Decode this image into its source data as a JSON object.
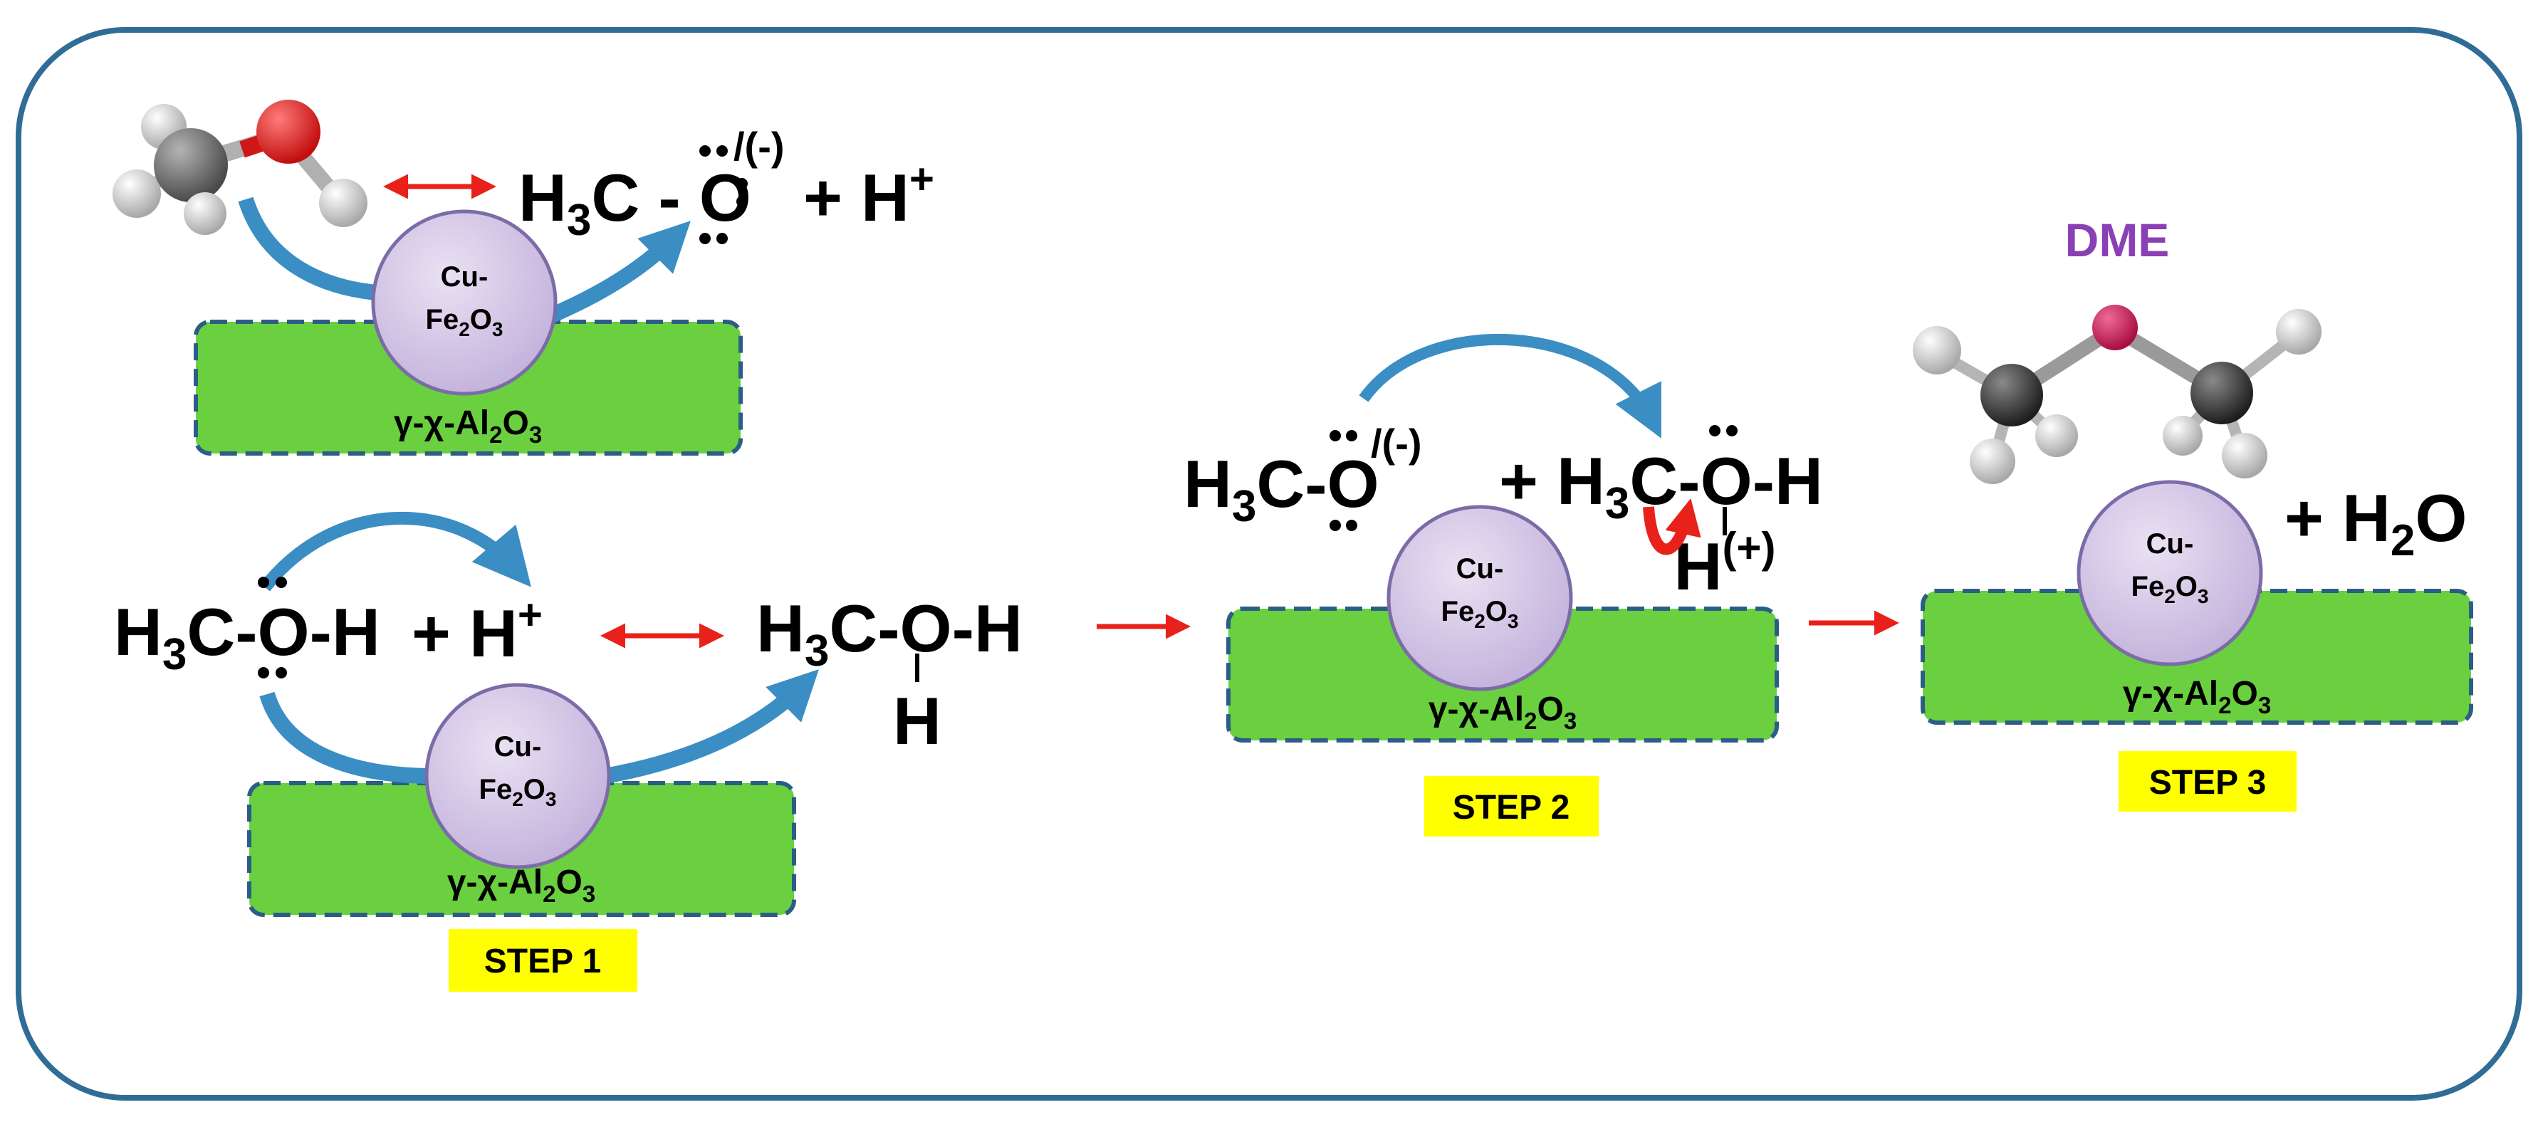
{
  "colors": {
    "frame": "#2f6d96",
    "support": "#6ad040",
    "support_border": "#2c5d86",
    "nanoparticle": "#cfc0e3",
    "nanoparticle_border": "#7b6ca8",
    "arrow_blue": "#3a8ec4",
    "arrow_red": "#e8211a",
    "step_bg": "#ffff00",
    "dme_label": "#8a3fb4",
    "dme_oxygen": "#c8154f",
    "carbon": "#2b2b2b",
    "hydrogen": "#d8d8d8",
    "oxygen_red": "#e52222"
  },
  "icons": [
    "methanol-ball-stick-model",
    "dme-ball-stick-model"
  ],
  "catalyst": {
    "particle_line1": "Cu-",
    "particle_fe": "Fe",
    "particle_sub2": "2",
    "particle_o": "O",
    "particle_sub3": "3",
    "support_prefix": "γ-χ-Al",
    "support_sub2": "2",
    "support_o": "O",
    "support_sub3": "3"
  },
  "equation_top": {
    "h": "H",
    "sub3": "3",
    "c_dash": "C - ",
    "o": "O",
    "charge": "/(-)",
    "plus_h": "+ H",
    "plus_sup": "+"
  },
  "step1": {
    "label": "STEP 1",
    "reactant_h": "H",
    "reactant_sub3": "3",
    "reactant_rest": "C-O-H",
    "plus_h": "+ H",
    "plus_sup": "+",
    "product_h": "H",
    "product_sub3": "3",
    "product_rest": "C-O-H",
    "product_bottom_h": "H"
  },
  "step2": {
    "label": "STEP 2",
    "left_h": "H",
    "left_sub3": "3",
    "left_rest": "C-O",
    "left_charge": "/(-)",
    "right_prefix": "+ H",
    "right_sub3": "3",
    "right_rest": "C-O-H",
    "bottom_h": "H",
    "bottom_charge": "(+)"
  },
  "step3": {
    "label": "STEP 3",
    "dme_label": "DME",
    "water_prefix": "+ H",
    "water_sub2": "2",
    "water_o": "O"
  }
}
